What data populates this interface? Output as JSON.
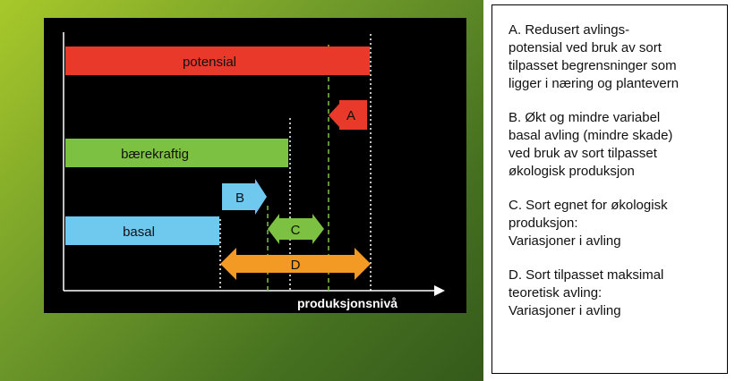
{
  "diagram": {
    "bars": {
      "potensial": "potensial",
      "baerekraftig": "bærekraftig",
      "basal": "basal"
    },
    "arrows": {
      "a": "A",
      "b": "B",
      "c": "C",
      "d": "D"
    },
    "axis_label": "produksjonsnivå",
    "colors": {
      "potensial": "#e8392a",
      "baerekraftig": "#7dc142",
      "basal": "#6fc8ee",
      "arrow_d": "#f29a24",
      "guide_line": "#7dc142"
    }
  },
  "legend": [
    {
      "lines": [
        "A. Redusert avlings-",
        "potensial ved bruk av sort",
        "tilpasset begrensninger som",
        "ligger i næring og plantevern"
      ]
    },
    {
      "lines": [
        "B. Økt og mindre variabel",
        "basal avling (mindre skade)",
        "ved bruk av sort tilpasset",
        "økologisk produksjon"
      ]
    },
    {
      "lines": [
        "C. Sort egnet for økologisk",
        "produksjon:",
        "Variasjoner i avling"
      ]
    },
    {
      "lines": [
        "D. Sort tilpasset maksimal",
        "teoretisk avling:",
        "Variasjoner i avling"
      ]
    }
  ]
}
